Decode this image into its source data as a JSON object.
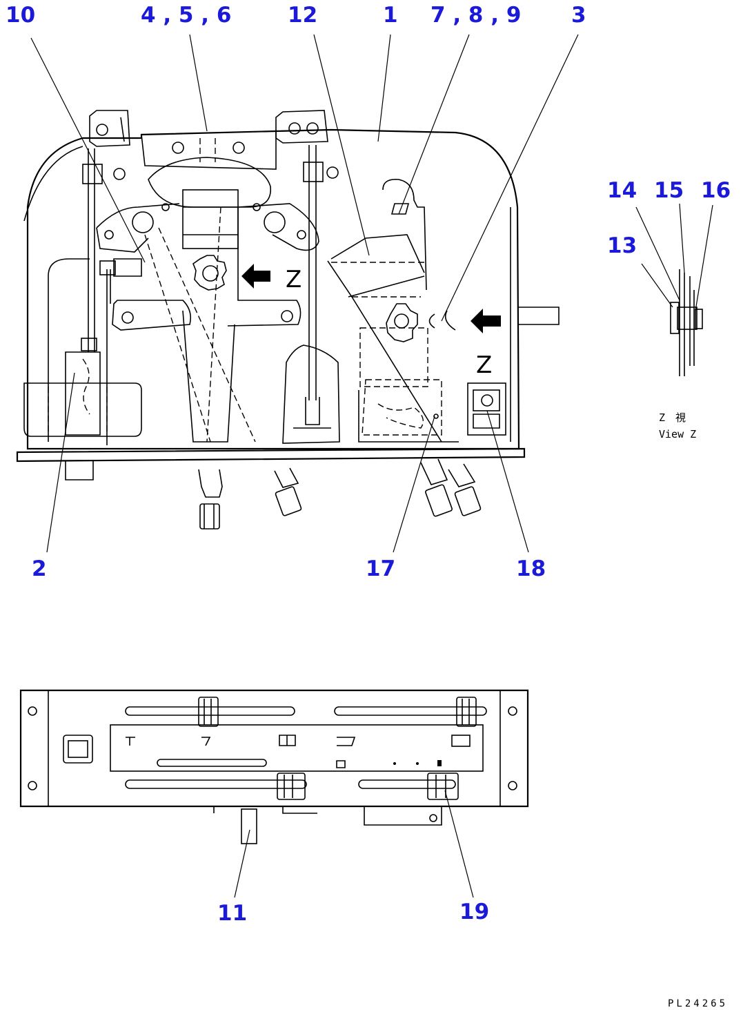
{
  "callouts": {
    "c10": "10",
    "c4_5_6": "4 , 5 , 6",
    "c12": "12",
    "c1": "1",
    "c7_8_9": "7 , 8 , 9",
    "c3": "3",
    "c14": "14",
    "c15": "15",
    "c16": "16",
    "c13": "13",
    "c2": "2",
    "c17": "17",
    "c18": "18",
    "c11": "11",
    "c19": "19"
  },
  "view_marker": {
    "arrow_label_1": "Z",
    "arrow_label_2": "Z"
  },
  "view_caption": {
    "jp": "Z　視",
    "en": "View Z"
  },
  "drawing_number": "PL24265",
  "colors": {
    "callout": "#1a1ad8",
    "line": "#000000",
    "background": "#ffffff"
  }
}
